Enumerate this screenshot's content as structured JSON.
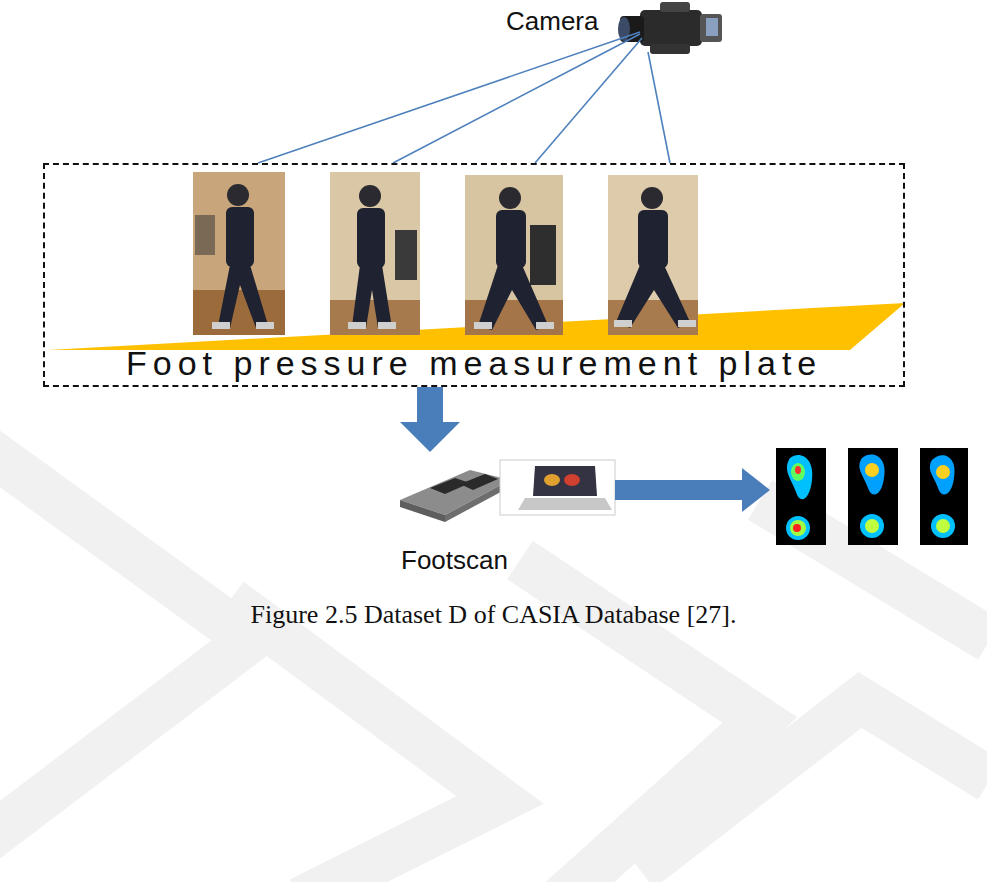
{
  "diagram": {
    "caption": "Figure 2.5 Dataset D of CASIA Database [27].",
    "nodes": [
      {
        "text": [
          "Foot pressure measurement plate"
        ]
      },
      {
        "text": [
          "Footscan"
        ]
      }
    ],
    "edges": [
      {
        "from": 0,
        "to": 1,
        "arrow": "to"
      }
    ],
    "labels": [
      "Camera"
    ]
  }
}
